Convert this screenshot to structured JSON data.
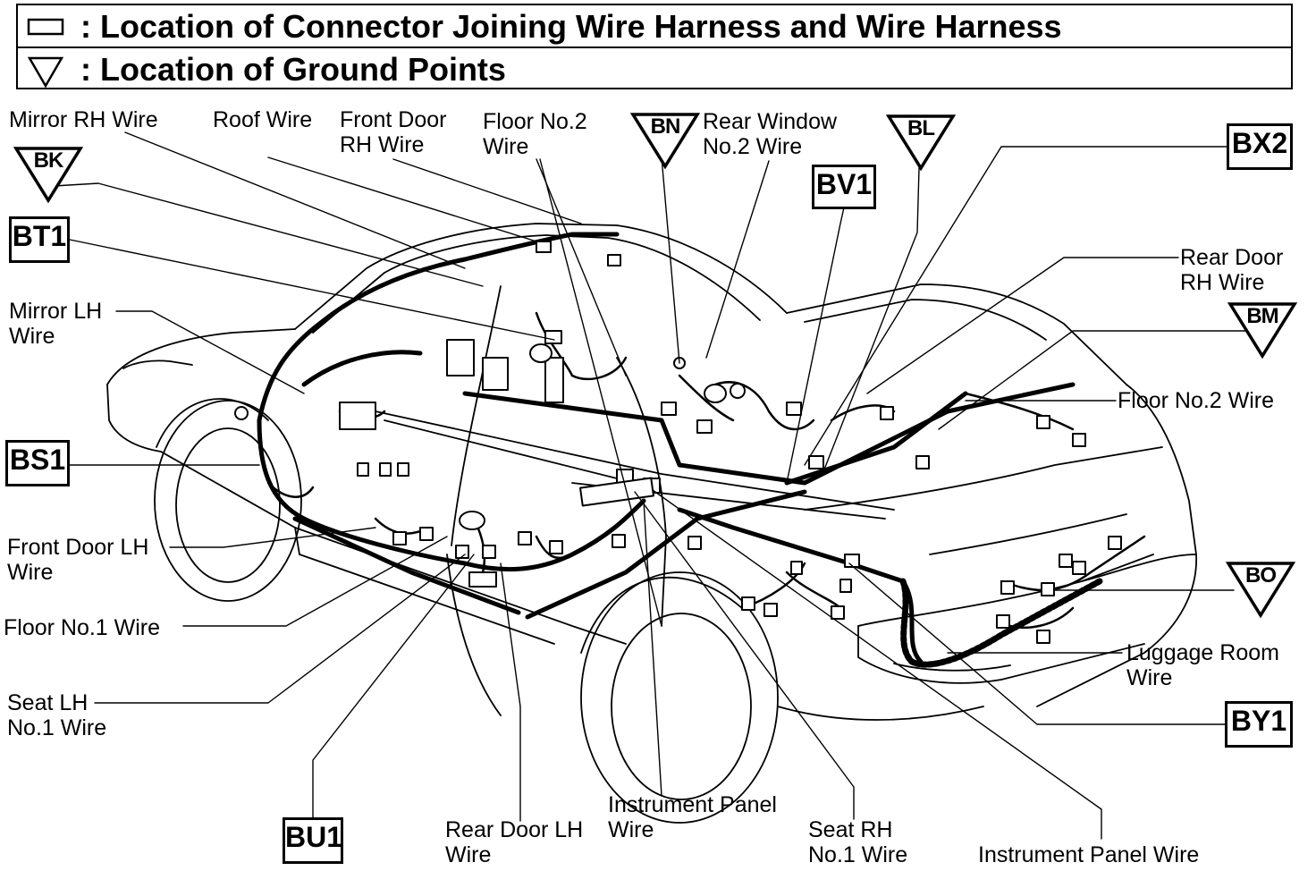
{
  "legend": {
    "connector_symbol": "rectangle-icon",
    "connector_text": ":  Location of Connector Joining Wire Harness and Wire Harness",
    "ground_symbol": "triangle-down-icon",
    "ground_text": ":  Location of Ground Points"
  },
  "labels": {
    "mirror_rh": "Mirror RH Wire",
    "roof": "Roof Wire",
    "front_door_rh": "Front Door\nRH Wire",
    "floor_no2_top": "Floor No.2\nWire",
    "rear_window_no2": "Rear Window\nNo.2 Wire",
    "rear_door_rh": "Rear Door\nRH Wire",
    "mirror_lh": "Mirror LH\nWire",
    "floor_no2_right": "Floor No.2 Wire",
    "front_door_lh": "Front Door LH\nWire",
    "floor_no1": "Floor No.1 Wire",
    "luggage_room": "Luggage Room\nWire",
    "seat_lh_no1": "Seat LH\nNo.1 Wire",
    "instrument_panel_mid": "Instrument Panel\nWire",
    "rear_door_lh": "Rear Door LH\nWire",
    "seat_rh_no1": "Seat RH\nNo.1 Wire",
    "instrument_panel_bottom": "Instrument Panel Wire"
  },
  "connectors": {
    "bt1": "BT1",
    "bs1": "BS1",
    "bv1": "BV1",
    "bx2": "BX2",
    "by1": "BY1",
    "bu1": "BU1"
  },
  "grounds": {
    "bk": "BK",
    "bn": "BN",
    "bl": "BL",
    "bm": "BM",
    "bo": "BO"
  }
}
